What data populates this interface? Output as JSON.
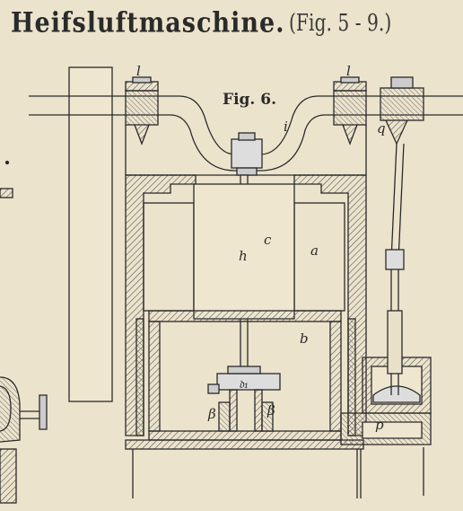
{
  "plate": {
    "title": "Heifsluftmaschine.",
    "subtitle": "(Fig. 5 - 9.)"
  },
  "figure": {
    "label": "Fig. 6.",
    "part_labels": {
      "l_left": "l",
      "l_right": "l",
      "i": "i",
      "q": "q",
      "c": "c",
      "a": "a",
      "h": "h",
      "b": "b",
      "d1": "𝔡₁",
      "beta_left": "β",
      "beta_right": "β",
      "p": "p"
    }
  },
  "colors": {
    "paper": "#ece3cc",
    "ink": "#2a2a2a",
    "hatch": "#555555"
  }
}
